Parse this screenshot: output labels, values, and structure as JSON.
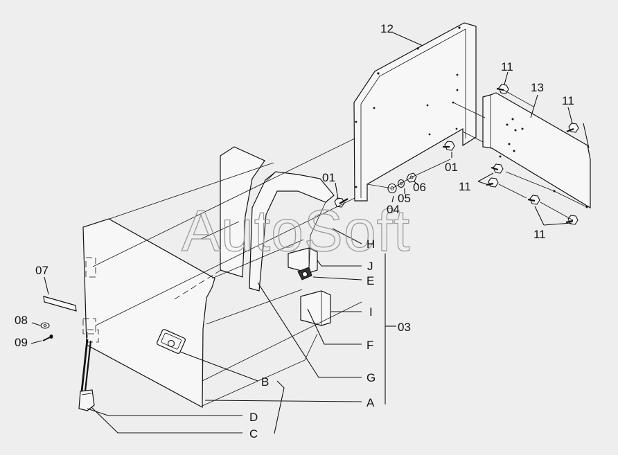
{
  "watermark": "AutoSoft",
  "part_numbers": {
    "p01a": "01",
    "p01b": "01",
    "p03": "03",
    "p04": "04",
    "p05": "05",
    "p06": "06",
    "p07": "07",
    "p08": "08",
    "p09": "09",
    "p11a": "11",
    "p11b": "11",
    "p11c": "11",
    "p11d": "11",
    "p12": "12",
    "p13": "13"
  },
  "letters": {
    "A": "A",
    "B": "B",
    "C": "C",
    "D": "D",
    "E": "E",
    "F": "F",
    "G": "G",
    "H": "H",
    "I": "I",
    "J": "J"
  },
  "icons": {
    "bolt": "hex-flange-bolt-icon",
    "washer": "flat-washer-icon",
    "nut": "hex-nut-icon",
    "lock": "door-lock-icon"
  }
}
